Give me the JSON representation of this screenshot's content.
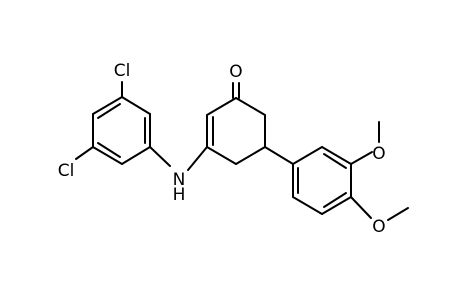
{
  "molecule": {
    "atoms": {
      "cl_top": "Cl",
      "cl_bottom": "Cl",
      "nh": "N",
      "nh_h": "H",
      "ketone_o": "O",
      "ome_upper": "O",
      "ome_lower": "O"
    }
  }
}
